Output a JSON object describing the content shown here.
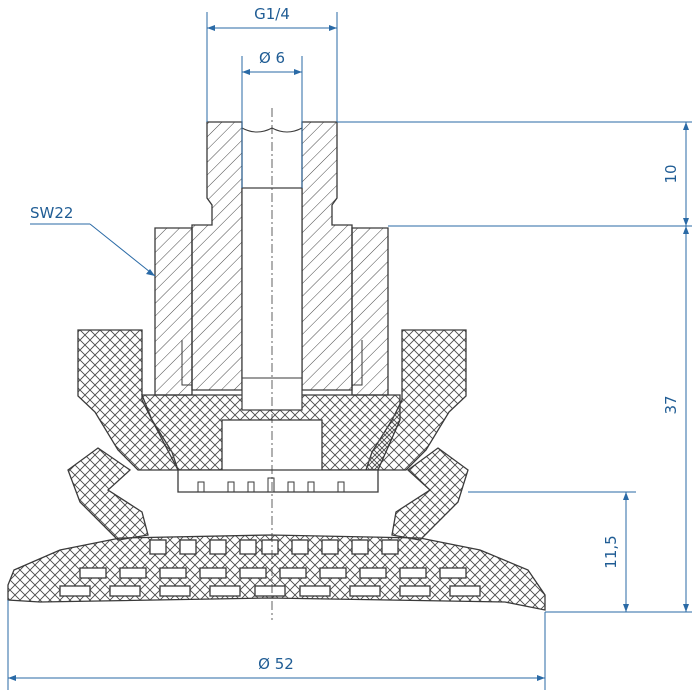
{
  "dimensions": {
    "thread": "G1/4",
    "bore": "Ø 6",
    "wrench_size": "SW22",
    "thread_length": "10",
    "total_height": "37",
    "bellows_height": "11,5",
    "diameter": "Ø 52"
  },
  "colors": {
    "dimension_line": "#2a6aa6",
    "dimension_text": "#1f5c94",
    "outline": "#3a3a3a"
  }
}
